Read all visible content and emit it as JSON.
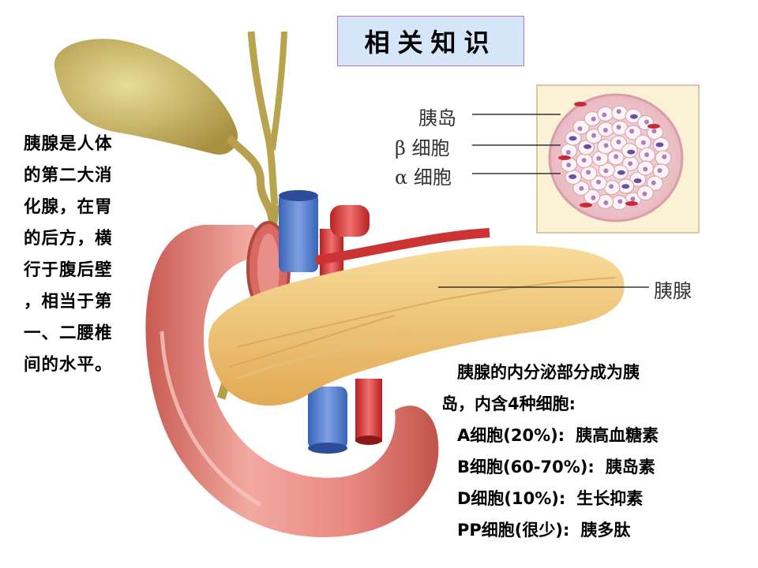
{
  "title": "相关知识",
  "left_text": [
    "胰腺是人体",
    "的第二大消",
    "化腺，在胃",
    "的后方，横",
    "行于腹后壁",
    "，相当于第",
    "一、二腰椎",
    "间的水平。"
  ],
  "labels": {
    "islet": "胰岛",
    "beta": "β 细胞",
    "alpha": "α 细胞",
    "pancreas": "胰腺"
  },
  "info": {
    "intro_line1": "胰腺的内分泌部分成为胰",
    "intro_line2": "岛，内含4种细胞:",
    "cells": [
      {
        "name": "A细胞(20%):",
        "hormone": "胰高血糖素"
      },
      {
        "name": "B细胞(60-70%):",
        "hormone": "胰岛素"
      },
      {
        "name": "D细胞(10%):",
        "hormone": "生长抑素"
      },
      {
        "name": "PP细胞(很少):",
        "hormone": "胰多肽"
      }
    ]
  }
}
